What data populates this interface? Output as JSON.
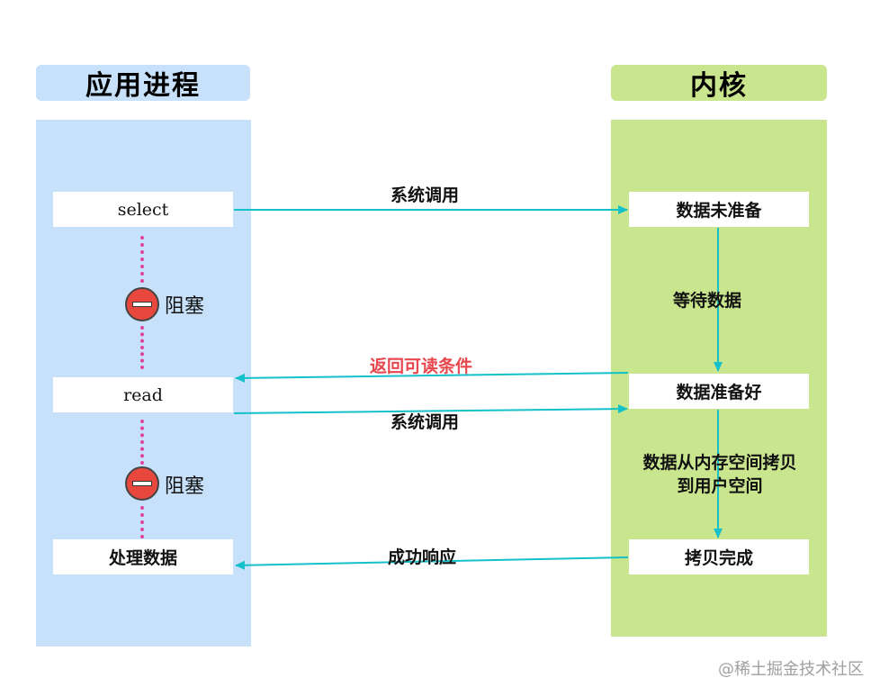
{
  "lanes": {
    "app_title": "应用进程",
    "kernel_title": "内核"
  },
  "app_steps": {
    "select": "select",
    "read": "read",
    "process": "处理数据"
  },
  "kernel_steps": {
    "not_ready": "数据未准备",
    "ready": "数据准备好",
    "copy_done": "拷贝完成"
  },
  "blocked": {
    "label_1": "阻塞",
    "label_2": "阻塞"
  },
  "arrows": {
    "syscall_1": "系统调用",
    "return_readable": "返回可读条件",
    "syscall_2": "系统调用",
    "success": "成功响应"
  },
  "kernel_notes": {
    "wait_data": "等待数据",
    "copy_line1": "数据从内存空间拷贝",
    "copy_line2": "到用户空间"
  },
  "watermark": "@稀土掘金技术社区",
  "colors": {
    "app_lane": "#c7e1fa",
    "kernel_lane": "#c9e68f",
    "arrow": "#14c1c9",
    "dots": "#e0429a",
    "block_icon": "#e8473e",
    "highlight_text": "#e8474e"
  }
}
